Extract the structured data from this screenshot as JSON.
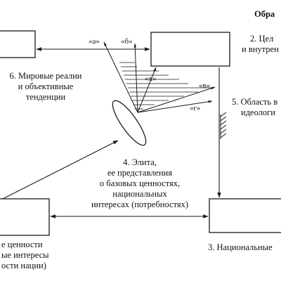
{
  "header": {
    "title": "Обра"
  },
  "labels": {
    "box2_line1": "2. Цел",
    "box2_line2": "и внутрен",
    "box6_line1": "6. Мировые реалии",
    "box6_line2": "и объективные",
    "box6_line3": "тенденции",
    "box5_line1": "5. Область в",
    "box5_line2": "идеологи",
    "box4_line1": "4. Элита,",
    "box4_line2": "ее представления",
    "box4_line3": "о базовых ценностях,",
    "box4_line4": "национальных",
    "box4_line5": "интересах (потребностях)",
    "box1_line1": "е ценности",
    "box1_line2": "ые интересы",
    "box1_line3": "ости нации)",
    "box3_line1": "3. Национальные"
  },
  "arrow_tags": {
    "a": "«а»",
    "b": "«б»",
    "x": "«х»",
    "v": "«в»",
    "g": "«г»"
  },
  "colors": {
    "ink": "#1a1a1a",
    "background": "#ffffff"
  }
}
